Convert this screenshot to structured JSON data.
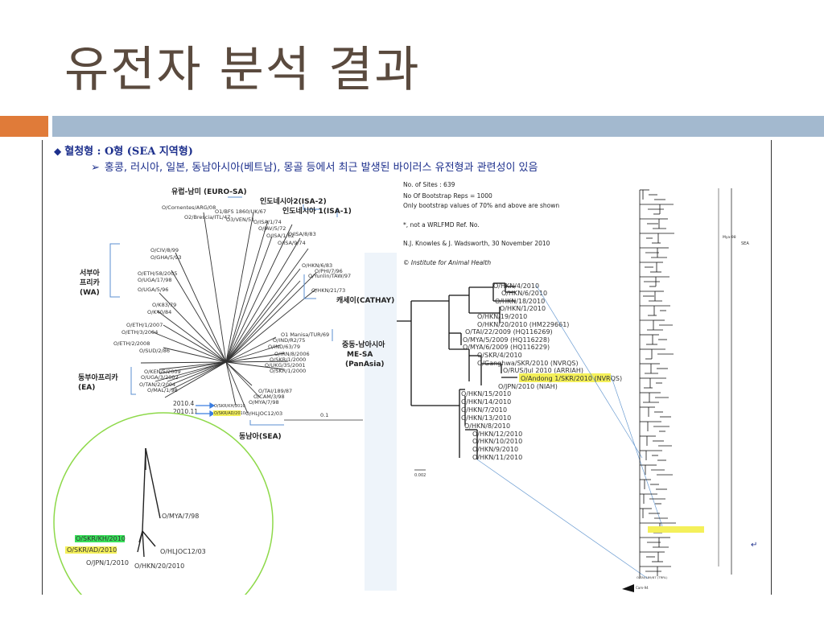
{
  "slide": {
    "title": "유전자 분석 결과",
    "heading": "혈청형 : O형 (SEA 지역형)",
    "subheading": "홍콩, 러시아, 일본, 동남아시아(베트남), 몽골 등에서 최근 발생된 바이러스 유전형과 관련성이 있음"
  },
  "unrooted_tree": {
    "clusters": {
      "euro_sa": "유럽-남미 (EURO-SA)",
      "isa2": "인도네시아2(ISA-2)",
      "isa1": "인도네시아 1(ISA-1)",
      "wa": [
        "서부아",
        "프리카",
        "(WA)"
      ],
      "cathay": "캐세이(CATHAY)",
      "me_sa": [
        "중동-남아시아",
        "ME-SA",
        "(PanAsia)"
      ],
      "ea": [
        "동부아프리카",
        "(EA)"
      ],
      "sea": "동남아(SEA)"
    },
    "strains": [
      "O/Cornentes/ARG/08",
      "O1/BFS 1860/UK/67",
      "O2/Brescia/ITL/47",
      "O3/VEN/51",
      "O/ISA/1/74",
      "O/JAV/5/72",
      "O/ISA/1/62",
      "O/ISA/8/83",
      "O/ISA/9/74",
      "O/CIV/8/99",
      "O/GHA/5/93",
      "O/ETH/58/2005",
      "O/UGA/17/98",
      "O/UGA/5/96",
      "O/K83/79",
      "O/K40/84",
      "O/ETH/1/2007",
      "O/ETH/3/2004",
      "O/ETH/2/2008",
      "O/SUD/2/86",
      "O/HKN/6/83",
      "O/PHI/7/96",
      "O/Yunlin/TAW/97",
      "O/HKN/21/73",
      "O1 Manisa/TUR/69",
      "O/IND/R2/75",
      "O/IND/63/79",
      "O/IRN/8/2006",
      "O/SKR/1/2000",
      "O/UKG/35/2001",
      "O/SKR/1/2000",
      "O/KEN/5/2009",
      "O/UGA/3/2002",
      "O/TAN/2/2004",
      "O/MAL/1/98",
      "O/TAI/189/87",
      "O/CAM/3/98",
      "O/MYA/7/98",
      "O/HLJOC12/03",
      "O/SKR/AD/2010",
      "O/SKR/KH/2010"
    ],
    "dates": [
      "2010.4",
      "2010.11"
    ],
    "scale": "0.1"
  },
  "zoom_tree": {
    "labels": [
      "O/MYA/7/98",
      "O/SKR/KH/2010",
      "O/SKR/AD/2010",
      "O/HLJOC12/03",
      "O/JPN/1/2010",
      "O/HKN/20/2010"
    ]
  },
  "info": {
    "line1": "No. of Sites : 639",
    "line2": "No Of Bootstrap Reps = 1000",
    "line3": "Only bootstrap values of 70% and above are shown",
    "line4": "*, not a WRLFMD Ref. No.",
    "line5": "N.J. Knowles & J. Wadsworth, 30 November 2010",
    "line6": "© Institute for Animal Health"
  },
  "middle_tree": {
    "strains": [
      "O/HKN/4/2010",
      "O/HKN/6/2010",
      "O/HKN/18/2010",
      "O/HKN/1/2010",
      "O/HKN/19/2010",
      "O/HKN/20/2010 (HM229661)",
      "O/TAI/22/2009 (HQ116269)",
      "O/MYA/5/2009 (HQ116228)",
      "O/MYA/6/2009 (HQ116229)",
      "O/SKR/4/2010",
      "O/Ganghwa/SKR/2010 (NVRQS)",
      "O/RUS/Jul 2010 (ARRIAH)",
      "O/Andong 1/SKR/2010 (NVRQS)",
      "O/JPN/2010 (NIAH)",
      "O/HKN/15/2010",
      "O/HKN/14/2010",
      "O/HKN/7/2010",
      "O/HKN/13/2010",
      "O/HKN/8/2010",
      "O/HKN/12/2010",
      "O/HKN/10/2010",
      "O/HKN/9/2010",
      "O/HKN/11/2010"
    ],
    "scale": "0.002"
  },
  "right_tree": {
    "clade1": "Mya-98",
    "clade2": "SEA",
    "bottom1": "O/TAI/189/87 (TRRL)",
    "bottom2": "Cam-94",
    "return_mark": "↵"
  },
  "colors": {
    "title": "#5a4a3e",
    "accent_orange": "#e07b39",
    "accent_blue": "#a3b9cf",
    "heading_blue": "#1c2f8c",
    "highlight_yellow": "#f4f05a",
    "highlight_green": "#38e05a",
    "arrow_green": "#2fb82f"
  }
}
